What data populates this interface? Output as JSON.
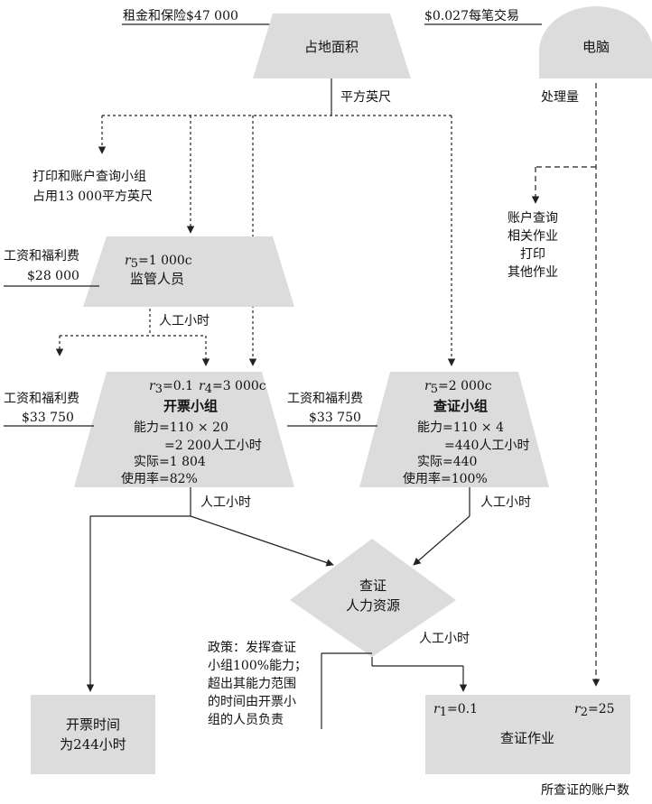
{
  "top": {
    "rent_label": "租金和保险$47 000",
    "computer_cost_label": "$0.027每笔交易"
  },
  "floor_space": {
    "title": "占地面积",
    "unit_label": "平方英尺"
  },
  "computer": {
    "title": "电脑",
    "driver_label": "处理量"
  },
  "print_team_note": {
    "line1": "打印和账户查询小组",
    "line2": "占用13 000平方英尺"
  },
  "computer_activities": [
    "账户查询",
    "相关作业",
    "打印",
    "其他作业"
  ],
  "supervisor": {
    "wage_label": "工资和福利费",
    "wage_value": "$28 000",
    "rate_sym": "r",
    "rate_sub": "5",
    "rate_val": "=1 000c",
    "title": "监管人员",
    "driver_label": "人工小时"
  },
  "billing": {
    "wage_label": "工资和福利费",
    "wage_value": "$33 750",
    "r3_sym": "r",
    "r3_sub": "3",
    "r3_val": "=0.1",
    "r4_sym": "r",
    "r4_sub": "4",
    "r4_val": "=3 000c",
    "title": "开票小组",
    "line1": "能力=110 × 20",
    "line2": "=2 200人工小时",
    "line3": "实际=1 804",
    "line4": "使用率=82%",
    "driver_label": "人工小时"
  },
  "verify_team": {
    "wage_label": "工资和福利费",
    "wage_value": "$33 750",
    "r5_sym": "r",
    "r5_sub": "5",
    "r5_val": "=2 000c",
    "title": "查证小组",
    "line1": "能力=110 × 4",
    "line2": "=440人工小时",
    "line3": "实际=440",
    "line4": "使用率=100%",
    "driver_label": "人工小时"
  },
  "resource": {
    "line1": "查证",
    "line2": "人力资源",
    "driver_label": "人工小时"
  },
  "policy": {
    "lines": [
      "政策：发挥查证",
      "小组100%能力；",
      "超出其能力范围",
      "的时间由开票小",
      "组的人员负责"
    ]
  },
  "billing_time": {
    "line1": "开票时间",
    "line2": "为244小时"
  },
  "verify_job": {
    "r1_sym": "r",
    "r1_sub": "1",
    "r1_val": "=0.1",
    "r2_sym": "r",
    "r2_sub": "2",
    "r2_val": "=25",
    "title": "查证作业"
  },
  "footer": {
    "driver_label": "所查证的账户数"
  }
}
